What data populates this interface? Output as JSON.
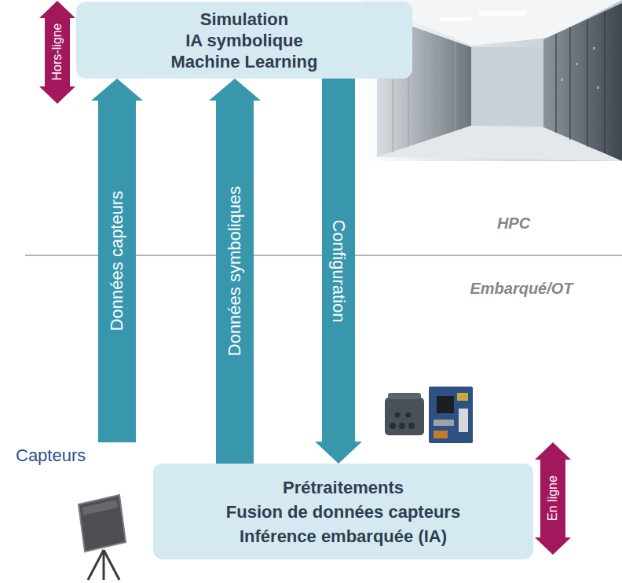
{
  "diagram": {
    "nodes": [
      {
        "text": [
          "Simulation",
          "IA symbolique",
          "Machine Learning"
        ]
      },
      {
        "text": [
          "Capteurs"
        ]
      },
      {
        "text": [
          "Prétraitements",
          "Fusion de données capteurs",
          "Inférence embarquée (IA)"
        ]
      }
    ],
    "edges": [
      {
        "from": 1,
        "to": 0,
        "arrow": "to",
        "label": "Données capteurs"
      },
      {
        "from": 2,
        "to": 0,
        "arrow": "to",
        "label": "Données symboliques"
      },
      {
        "from": 0,
        "to": 2,
        "arrow": "to",
        "label": "Configuration"
      }
    ],
    "labels": [
      "Hors-ligne",
      "HPC",
      "Embarqué/OT",
      "En ligne"
    ]
  }
}
